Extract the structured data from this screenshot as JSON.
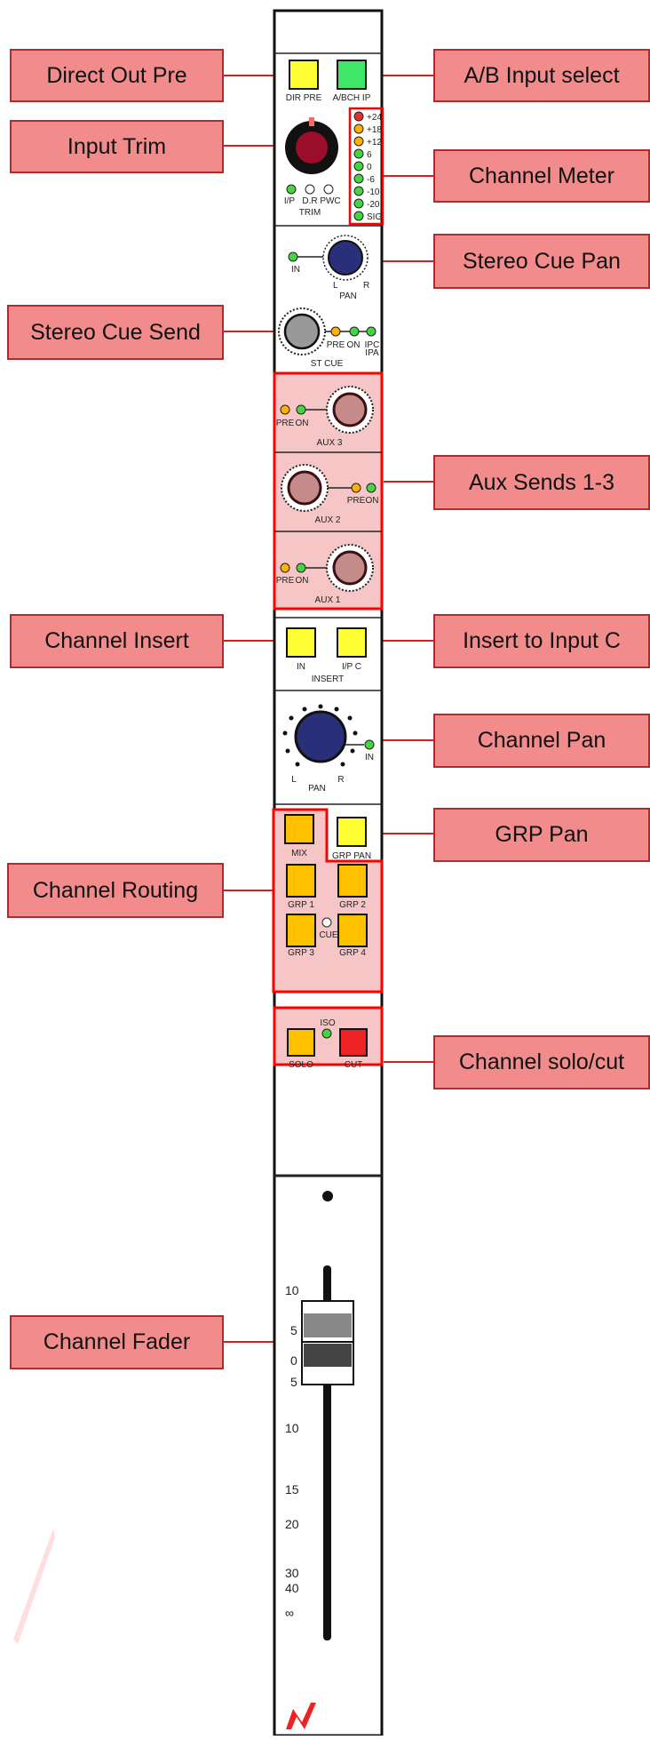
{
  "colors": {
    "callout_fill": "#f28c8c",
    "callout_border": "#b02c2c",
    "yellow_button": "#ffff33",
    "green_button": "#40e86a",
    "orange_button": "#ffc000",
    "red_button": "#ee2222",
    "trim_knob": "#9b0d2a",
    "pan_knob": "#2a2f7a",
    "aux_knob": "#c58a8a",
    "highlight": "#ff0000",
    "logo": "#ee2222"
  },
  "callouts": {
    "direct_out_pre": "Direct Out Pre",
    "ab_input_select": "A/B Input select",
    "input_trim": "Input Trim",
    "channel_meter": "Channel Meter",
    "stereo_cue_pan": "Stereo Cue Pan",
    "stereo_cue_send": "Stereo Cue Send",
    "aux_sends": "Aux Sends 1-3",
    "channel_insert": "Channel Insert",
    "insert_to_input_c": "Insert to Input C",
    "channel_pan": "Channel Pan",
    "grp_pan": "GRP Pan",
    "channel_routing": "Channel Routing",
    "channel_solo_cut": "Channel solo/cut",
    "channel_fader": "Channel Fader"
  },
  "strip": {
    "dir_pre": "DIR PRE",
    "abch_ip": "A/BCH IP",
    "meter": [
      "+24",
      "+18",
      "+12",
      "6",
      "0",
      "-6",
      "-10",
      "-20",
      "SIG"
    ],
    "trim_leds": [
      "I/P",
      "D.R",
      "PWC"
    ],
    "trim": "TRIM",
    "cue_in": "IN",
    "pan": "PAN",
    "l": "L",
    "r": "R",
    "st_pre": "PRE",
    "st_on": "ON",
    "st_ipc": "IPC",
    "st_ipa": "IPA",
    "st_cue": "ST CUE",
    "aux_pre": "PRE",
    "aux_on": "ON",
    "aux3": "AUX 3",
    "aux2": "AUX 2",
    "aux1": "AUX 1",
    "ins_in": "IN",
    "ip_c": "I/P C",
    "insert": "INSERT",
    "pan_in": "IN",
    "mix": "MIX",
    "grp_pan": "GRP PAN",
    "grp1": "GRP 1",
    "grp2": "GRP 2",
    "grp3": "GRP 3",
    "grp4": "GRP 4",
    "cue": "CUE",
    "iso": "ISO",
    "solo": "SOLO",
    "cut": "CUT",
    "fader_scale": [
      "10",
      "5",
      "0",
      "5",
      "10",
      "15",
      "20",
      "30",
      "40",
      "∞"
    ]
  }
}
